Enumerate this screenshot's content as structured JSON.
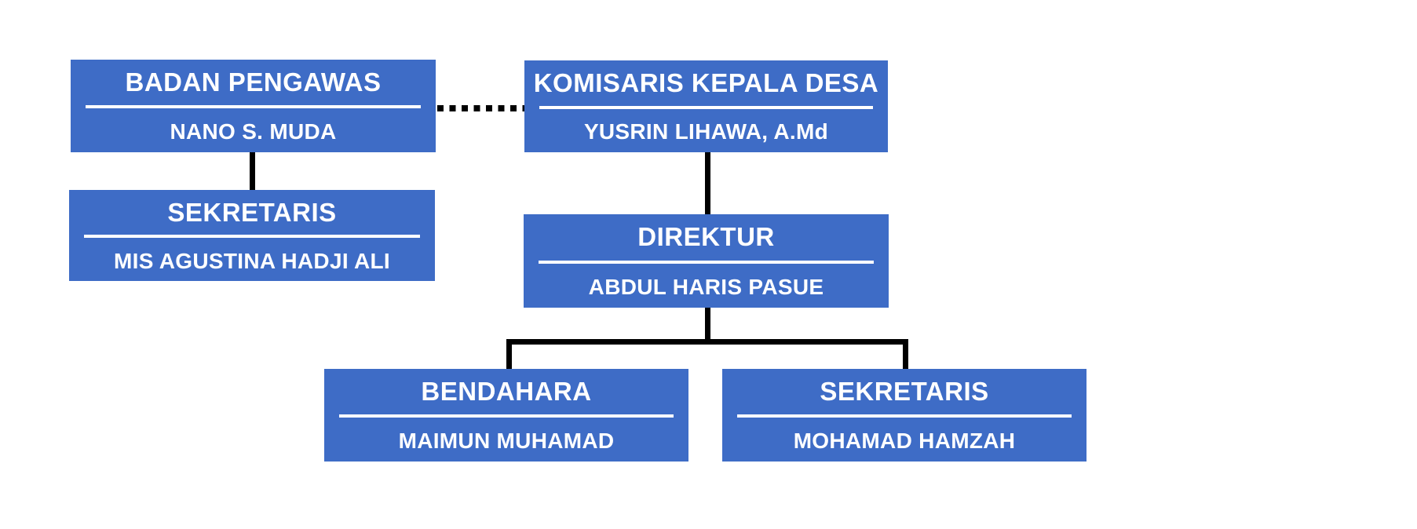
{
  "chart_title": "",
  "colors": {
    "box_fill": "#3E6CC6",
    "box_text": "#FFFFFF",
    "connector_line": "#000000",
    "underline": "#FFFFFF",
    "background": "#FFFFFF"
  },
  "nodes": [
    {
      "id": "badan-pengawas",
      "title": "BADAN PENGAWAS",
      "name": "NANO S. MUDA"
    },
    {
      "id": "komisaris",
      "title": "KOMISARIS KEPALA DESA",
      "name": "YUSRIN LIHAWA, A.Md"
    },
    {
      "id": "sekretaris-pengawas",
      "title": "SEKRETARIS",
      "name": "MIS AGUSTINA HADJI ALI"
    },
    {
      "id": "direktur",
      "title": "DIREKTUR",
      "name": "ABDUL HARIS PASUE"
    },
    {
      "id": "bendahara",
      "title": "BENDAHARA",
      "name": "MAIMUN MUHAMAD"
    },
    {
      "id": "sekretaris-direksi",
      "title": "SEKRETARIS",
      "name": "MOHAMAD HAMZAH"
    }
  ],
  "edges": [
    {
      "from": "badan-pengawas",
      "to": "komisaris",
      "style": "dotted"
    },
    {
      "from": "badan-pengawas",
      "to": "sekretaris-pengawas",
      "style": "solid"
    },
    {
      "from": "komisaris",
      "to": "direktur",
      "style": "solid"
    },
    {
      "from": "direktur",
      "to": "bendahara",
      "style": "solid"
    },
    {
      "from": "direktur",
      "to": "sekretaris-direksi",
      "style": "solid"
    }
  ]
}
